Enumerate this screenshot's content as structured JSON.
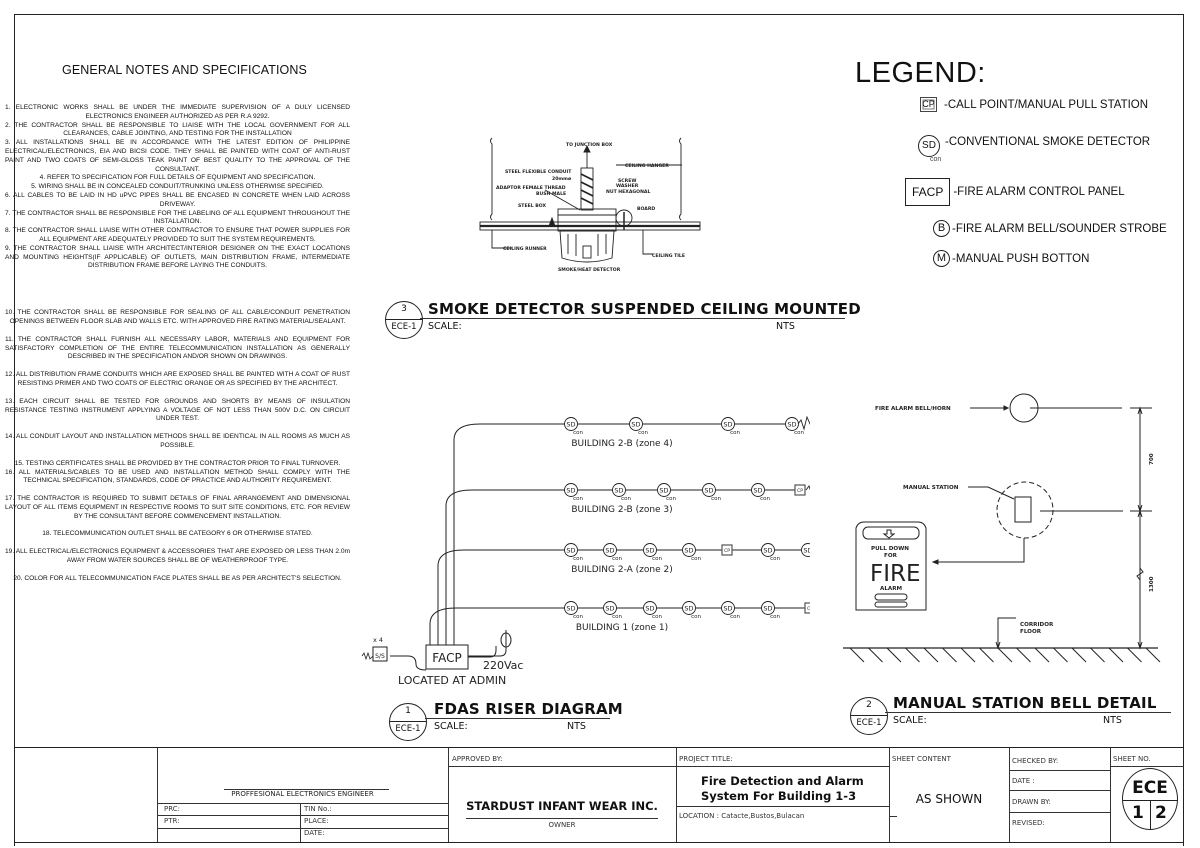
{
  "general_notes": {
    "title": "GENERAL NOTES AND SPECIFICATIONS",
    "items": [
      "1.        ELECTRONIC WORKS SHALL BE UNDER THE IMMEDIATE SUPERVISION OF A DULY LICENSED ELECTRONICS ENGINEER AUTHORIZED AS PER R.A 9292.",
      "2.        THE CONTRACTOR SHALL BE RESPONSIBLE TO LIAISE WITH THE LOCAL GOVERNMENT FOR ALL CLEARANCES, CABLE JOINTING, AND TESTING FOR THE INSTALLATION",
      "3.        ALL INSTALLATIONS SHALL BE IN ACCORDANCE WITH THE LATEST EDITION OF PHILIPPINE ELECTRICAL/ELECTRONICS, EIA AND BICSI CODE. THEY SHALL BE PAINTED WITH COAT OF ANTI-RUST PAINT AND TWO COATS OF SEMI-GLOSS TEAK PAINT OF BEST QUALITY TO THE APPROVAL OF THE CONSULTANT.",
      "4.        REFER TO SPECIFICATION FOR FULL DETAILS OF EQUIPMENT AND SPECIFICATION.",
      "5.        WIRING SHALL BE IN CONCEALED CONDUIT/TRUNKING UNLESS OTHERWISE SPECIFIED.",
      "6.        ALL CABLES TO BE LAID IN HD uPVC PIPES SHALL BE ENCASED IN CONCRETE WHEN LAID ACROSS DRIVEWAY.",
      "7.        THE CONTRACTOR SHALL BE RESPONSIBLE FOR THE LABELING OF ALL EQUIPMENT THROUGHOUT THE INSTALLATION.",
      "8.        THE CONTRACTOR SHALL LIAISE WITH OTHER CONTRACTOR TO ENSURE THAT POWER SUPPLIES FOR ALL EQUIPMENT ARE ADEQUATELY PROVIDED TO SUIT THE SYSTEM REQUIREMENTS.",
      "9.        THE CONTRACTOR SHALL LIAISE WITH ARCHITECT/INTERIOR DESIGNER ON THE EXACT LOCATIONS AND MOUNTING HEIGHTS(IF APPLICABLE) OF OUTLETS, MAIN DISTRIBUTION FRAME, INTERMEDIATE DISTRIBUTION FRAME BEFORE LAYING THE CONDUITS.",
      "10. THE CONTRACTOR SHALL BE RESPONSIBLE FOR SEALING OF ALL CABLE/CONDUIT PENETRATION OPENINGS BETWEEN FLOOR SLAB AND WALLS ETC. WITH APPROVED FIRE RATING MATERIAL/SEALANT.",
      "11. THE CONTRACTOR SHALL FURNISH ALL NECESSARY LABOR, MATERIALS AND EQUIPMENT FOR SATISFACTORY COMPLETION OF THE ENTIRE TELECOMMUNICATION INSTALLATION AS GENERALLY DESCRIBED IN THE SPECIFICATION AND/OR SHOWN ON DRAWINGS.",
      "12. ALL DISTRIBUTION FRAME CONDUITS WHICH ARE EXPOSED SHALL BE PAINTED WITH A COAT OF RUST RESISTING PRIMER AND TWO COATS OF ELECTRIC ORANGE OR AS SPECIFIED BY THE ARCHITECT.",
      "13. EACH CIRCUIT SHALL BE TESTED FOR GROUNDS AND SHORTS BY MEANS OF INSULATION RESISTANCE TESTING INSTRUMENT APPLYING A VOLTAGE OF NOT LESS THAN 500V D.C. ON CIRCUIT UNDER TEST.",
      "14. ALL CONDUIT LAYOUT AND INSTALLATION METHODS SHALL BE IDENTICAL IN ALL ROOMS AS MUCH AS POSSIBLE.",
      "15. TESTING CERTIFICATES SHALL BE PROVIDED BY THE CONTRACTOR PRIOR TO FINAL TURNOVER.",
      "16. ALL MATERIALS/CABLES TO BE USED AND INSTALLATION METHOD SHALL COMPLY WITH THE TECHNICAL SPECIFICATION, STANDARDS, CODE OF PRACTICE AND AUTHORITY REQUIREMENT.",
      "17. THE CONTRACTOR IS REQUIRED TO SUBMIT DETAILS OF FINAL ARRANGEMENT AND DIMENSIONAL LAYOUT OF ALL ITEMS EQUIPMENT IN RESPECTIVE ROOMS TO SUIT SITE CONDITIONS, ETC. FOR REVIEW BY THE CONSULTANT BEFORE COMMENCEMENT INSTALLATION.",
      "18. TELECOMMUNICATION OUTLET SHALL BE CATEGORY 6 OR OTHERWISE STATED.",
      "19. ALL ELECTRICAL/ELECTRONICS EQUIPMENT & ACCESSORIES THAT ARE EXPOSED OR LESS THAN 2.0m AWAY FROM WATER SOURCES SHALL BE OF WEATHERPROOF TYPE.",
      "20. COLOR FOR ALL TELECOMMUNICATION FACE PLATES SHALL BE AS PER ARCHITECT'S SELECTION."
    ]
  },
  "legend": {
    "title": "LEGEND:",
    "items": [
      {
        "symbol": "CP",
        "label": "-CALL POINT/MANUAL PULL STATION"
      },
      {
        "symbol": "SD",
        "sub": "con",
        "label": "-CONVENTIONAL SMOKE DETECTOR"
      },
      {
        "symbol": "FACP",
        "label": "-FIRE ALARM CONTROL PANEL"
      },
      {
        "symbol": "B",
        "label": "-FIRE ALARM BELL/SOUNDER STROBE"
      },
      {
        "symbol": "M",
        "label": "-MANUAL PUSH BOTTON"
      }
    ]
  },
  "detail3": {
    "number": "3",
    "sheet": "ECE-1",
    "title": "SMOKE DETECTOR SUSPENDED CEILING MOUNTED",
    "scale_label": "SCALE:",
    "scale": "NTS",
    "labels": {
      "junction": "TO JUNCTION BOX",
      "conduit": "STEEL FLEXIBLE CONDUIT",
      "conduit_size": "20mmø",
      "adaptor": "ADAPTOR FEMALE THREAD",
      "bush": "BUSH MALE",
      "steel_box": "STEEL BOX",
      "ceiling_hanger": "CEILING HANGER",
      "screw1": "SCREW",
      "screw2": "WASHER",
      "screw3": "NUT HEXAGONAL",
      "board": "BOARD",
      "runner": "CEILING RUNNER",
      "tile": "CEILING TILE",
      "detector": "SMOKE/HEAT DETECTOR"
    }
  },
  "riser": {
    "number": "1",
    "sheet": "ECE-1",
    "title": "FDAS RISER DIAGRAM",
    "scale_label": "SCALE:",
    "scale": "NTS",
    "sd_label": "SD",
    "sd_sub": "con",
    "cp_label": "CP",
    "eol": "EOL",
    "facp": "FACP",
    "facp_location": "LOCATED AT ADMIN",
    "power": "220Vac",
    "strobe_qty": "x 4",
    "strobe_label": "S/S",
    "zones": [
      {
        "name": "BUILDING 2-B (zone 4)",
        "devices": [
          "SD",
          "SD",
          "SD",
          "SD"
        ]
      },
      {
        "name": "BUILDING 2-B (zone 3)",
        "devices": [
          "SD",
          "SD",
          "SD",
          "SD",
          "SD",
          "CP"
        ]
      },
      {
        "name": "BUILDING 2-A (zone 2)",
        "devices": [
          "SD",
          "SD",
          "SD",
          "SD",
          "CP",
          "SD",
          "SD"
        ]
      },
      {
        "name": "BUILDING 1 (zone 1)",
        "devices": [
          "SD",
          "SD",
          "SD",
          "SD",
          "SD",
          "SD",
          "CP"
        ]
      }
    ]
  },
  "detail2": {
    "number": "2",
    "sheet": "ECE-1",
    "title": "MANUAL STATION BELL DETAIL",
    "scale_label": "SCALE:",
    "scale": "NTS",
    "bell_label": "FIRE ALARM BELL/HORN",
    "station_label": "MANUAL STATION",
    "dim_upper": "700",
    "dim_lower": "1300",
    "floor_label1": "CORRIDOR",
    "floor_label2": "FLOOR",
    "panel_text1": "PULL DOWN",
    "panel_text2": "FOR",
    "panel_text3": "FIRE",
    "panel_text4": "ALARM"
  },
  "title_block": {
    "engineer": "PROFFESIONAL ELECTRONICS ENGINEER",
    "prc": "PRC:",
    "ptr": "PTR:",
    "tin": "TIN No.:",
    "place": "PLACE:",
    "date": "DATE:",
    "approved_by": "APPROVED BY:",
    "owner_name": "STARDUST INFANT WEAR INC.",
    "owner": "OWNER",
    "project_title_label": "PROJECT TITLE:",
    "project_title_1": "Fire Detection and Alarm",
    "project_title_2": "System For Building 1-3",
    "location": "LOCATION : Catacte,Bustos,Bulacan",
    "sheet_content_label": "SHEET CONTENT",
    "sheet_content": "AS SHOWN",
    "checked_by": "CHECKED BY:",
    "date2": "DATE :",
    "drawn_by": "DRAWN BY:",
    "revised": "REVISED:",
    "sheet_no_label": "SHEET NO.",
    "sheet_code": "ECE",
    "sheet_num": "1",
    "sheet_total": "2"
  }
}
